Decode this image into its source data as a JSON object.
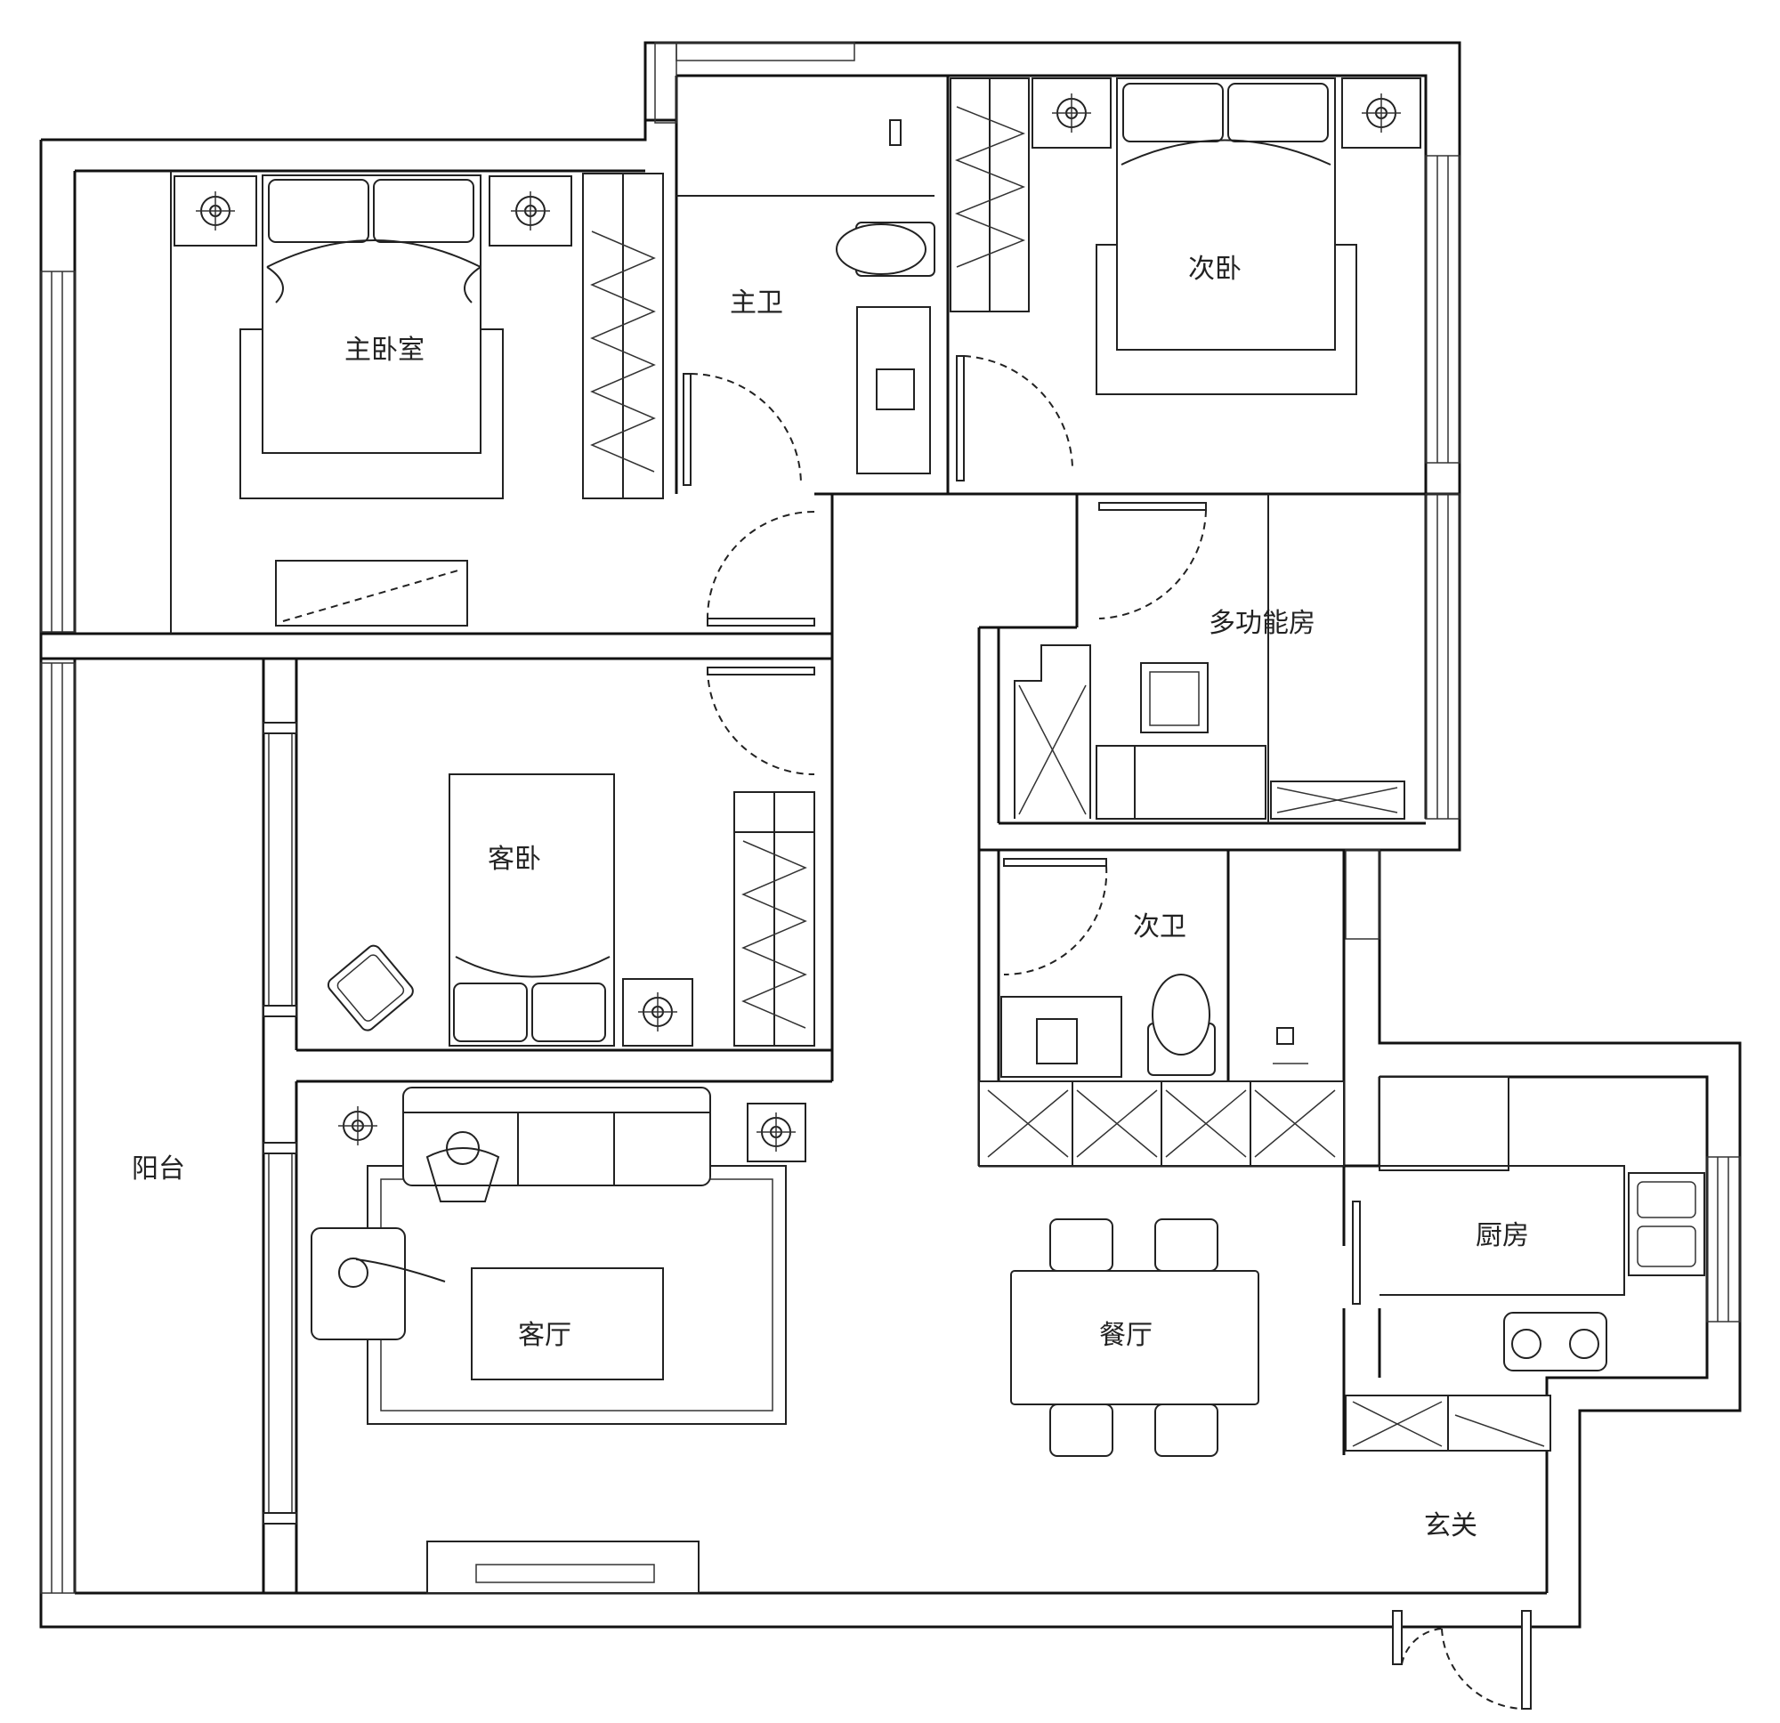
{
  "rooms": {
    "master_bedroom": "主卧室",
    "master_bath": "主卫",
    "second_bedroom": "次卧",
    "multi_room": "多功能房",
    "guest_bedroom": "客卧",
    "second_bath": "次卫",
    "balcony": "阳台",
    "living_room": "客厅",
    "dining_room": "餐厅",
    "kitchen": "厨房",
    "entrance": "玄关"
  }
}
